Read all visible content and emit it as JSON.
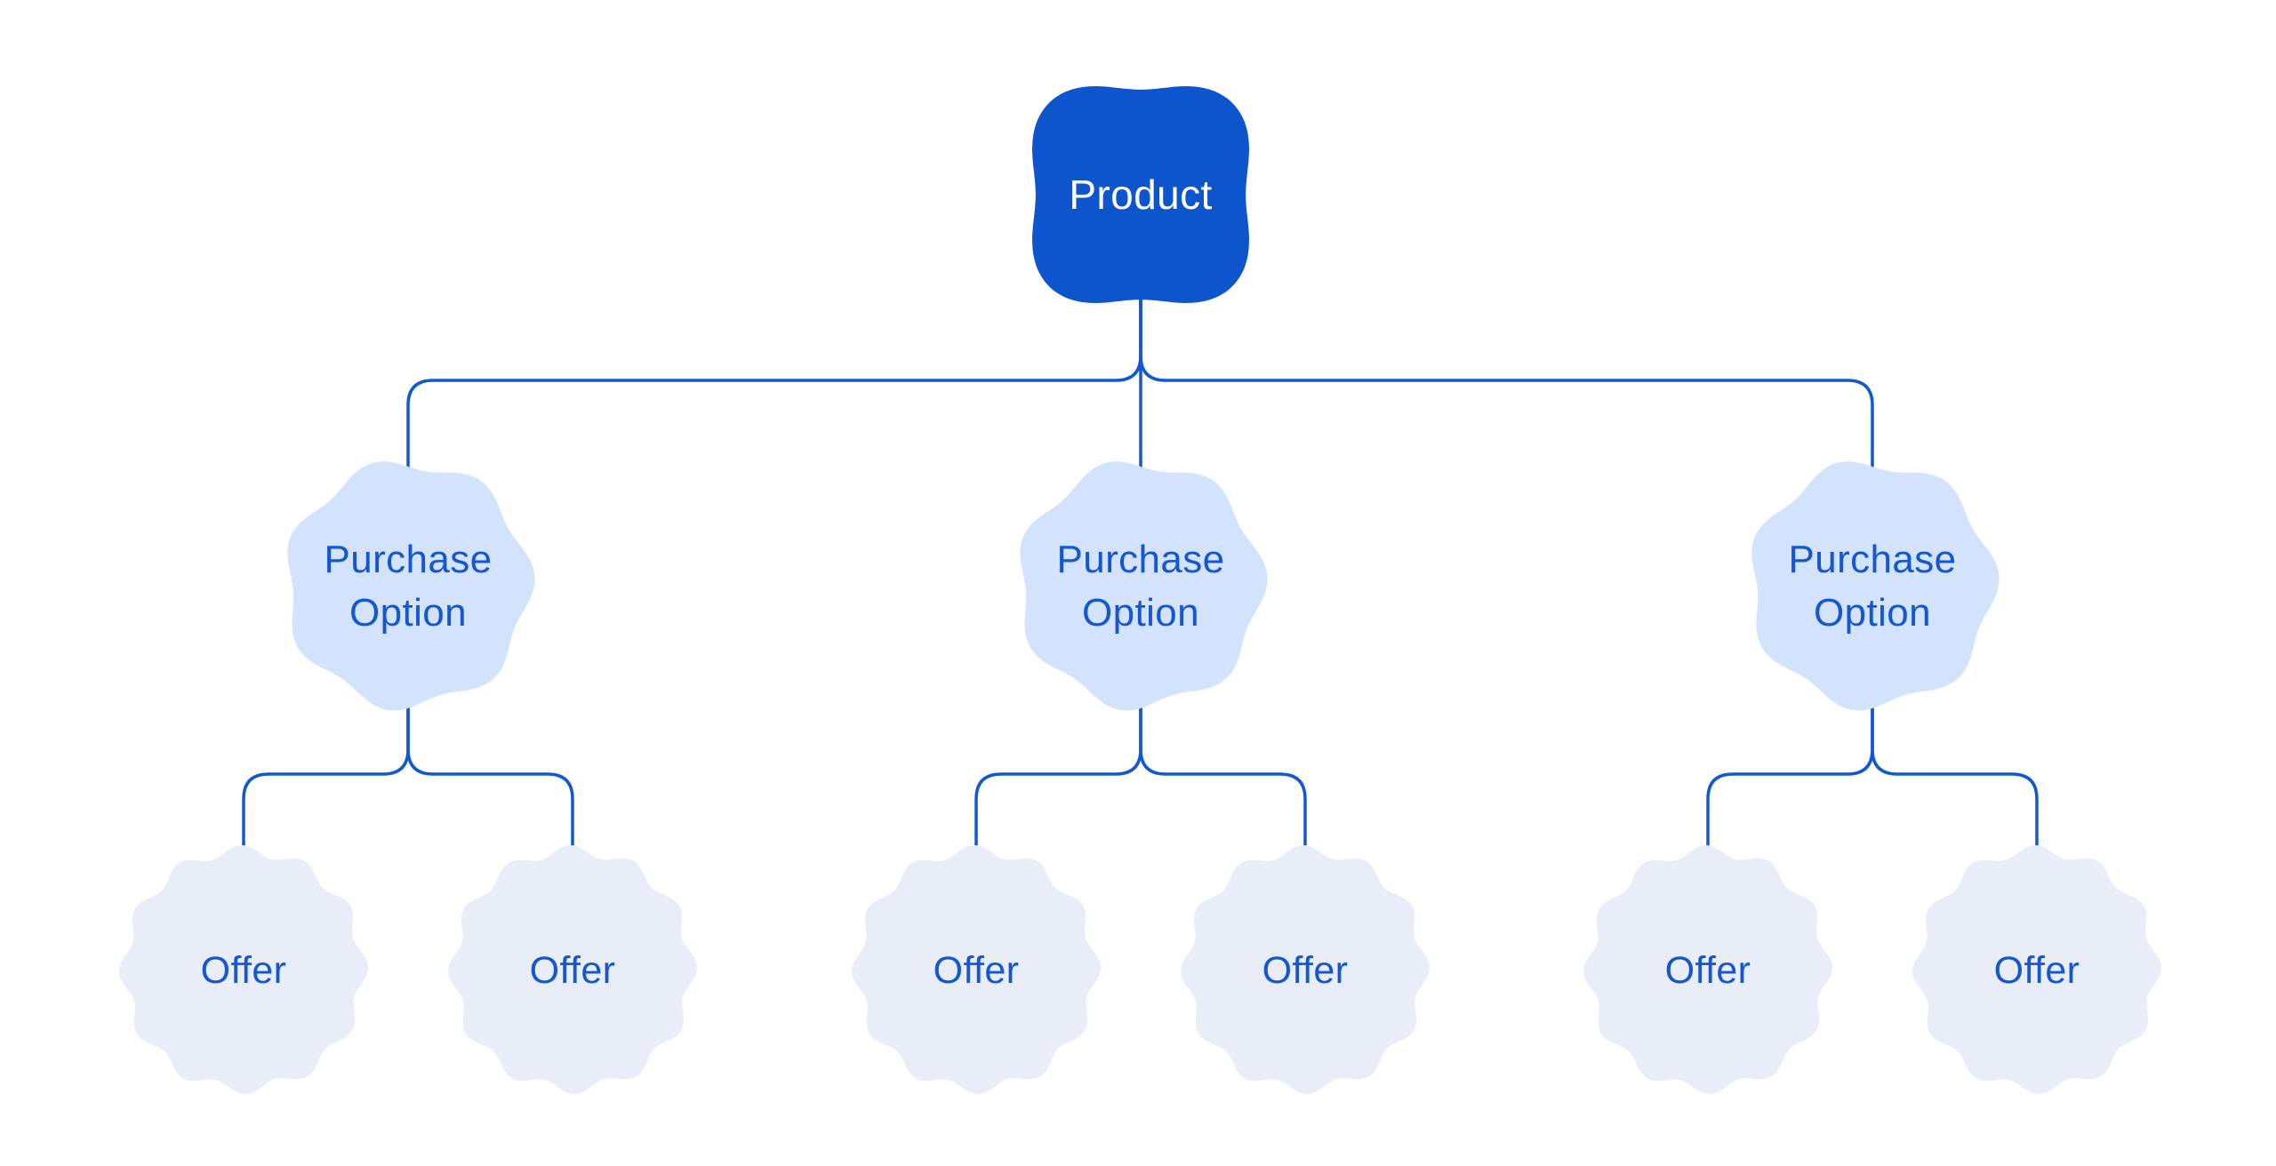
{
  "diagram": {
    "description": "Product hierarchy tree diagram",
    "background": "#ffffff",
    "colors": {
      "product_fill": "#0d55cd",
      "product_text": "#ffffff",
      "purchase_option_fill": "#d3e3fd",
      "offer_fill": "#e8edf8",
      "node_text_blue": "#1557d1",
      "connector": "#1158d1"
    },
    "tree": {
      "root": {
        "label": "Product"
      },
      "children": [
        {
          "label": "Purchase Option",
          "label_lines": [
            "Purchase",
            "Option"
          ],
          "offers": [
            {
              "label": "Offer"
            },
            {
              "label": "Offer"
            }
          ]
        },
        {
          "label": "Purchase Option",
          "label_lines": [
            "Purchase",
            "Option"
          ],
          "offers": [
            {
              "label": "Offer"
            },
            {
              "label": "Offer"
            }
          ]
        },
        {
          "label": "Purchase Option",
          "label_lines": [
            "Purchase",
            "Option"
          ],
          "offers": [
            {
              "label": "Offer"
            },
            {
              "label": "Offer"
            }
          ]
        }
      ]
    }
  }
}
